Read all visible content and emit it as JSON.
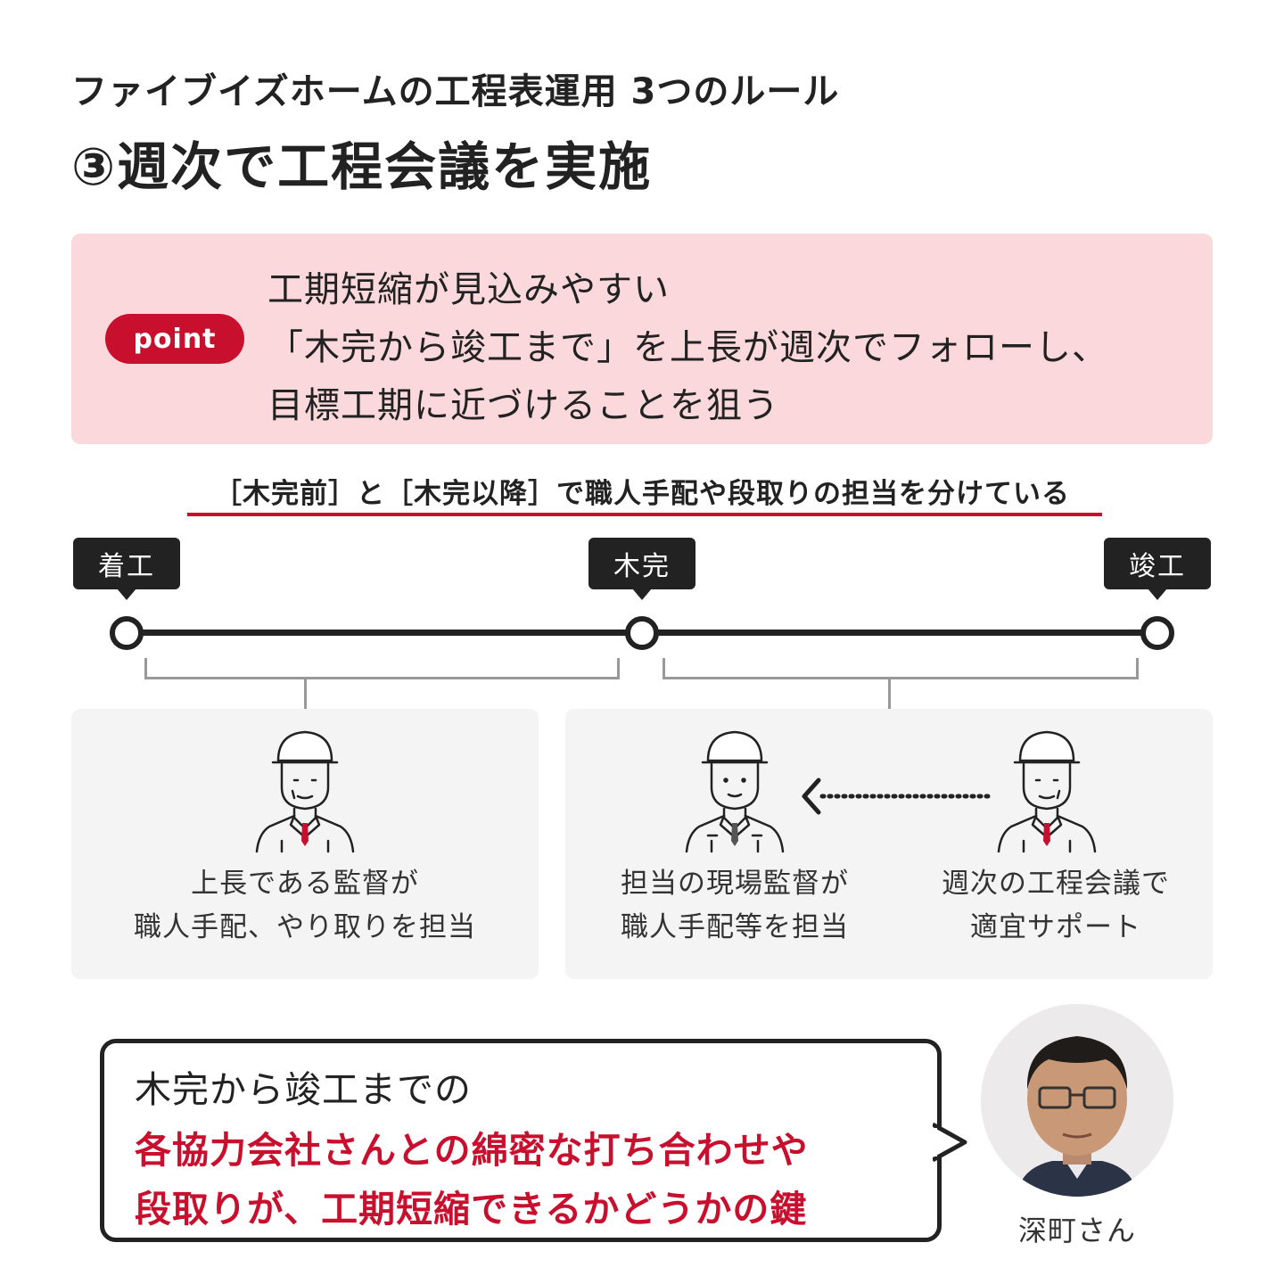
{
  "header": {
    "subtitle": "ファイブイズホームの工程表運用 3つのルール",
    "title": "③週次で工程会議を実施"
  },
  "point": {
    "badge": "point",
    "lines": [
      "工期短縮が見込みやすい",
      "「木完から竣工まで」を上長が週次でフォローし、",
      "目標工期に近づけることを狙う"
    ]
  },
  "section": {
    "heading": "［木完前］と［木完以降］で職人手配や段取りの担当を分けている"
  },
  "timeline": {
    "milestones": [
      "着工",
      "木完",
      "竣工"
    ]
  },
  "panels": {
    "left_caption": [
      "上長である監督が",
      "職人手配、やり取りを担当"
    ],
    "mid_caption": [
      "担当の現場監督が",
      "職人手配等を担当"
    ],
    "right_caption": [
      "週次の工程会議で",
      "適宜サポート"
    ]
  },
  "quote": {
    "line1": "木完から竣工までの",
    "line2": "各協力会社さんとの綿密な打ち合わせや",
    "line3": "段取りが、工期短縮できるかどうかの鍵",
    "speaker": "深町さん"
  },
  "colors": {
    "accent_red": "#c8102e",
    "point_bg": "#fbd8dc",
    "panel_bg": "#f4f4f4",
    "dark": "#222222"
  },
  "icons": [
    "worker-supervisor-icon",
    "worker-site-manager-icon",
    "dotted-arrow-left-icon",
    "person-photo-avatar"
  ]
}
